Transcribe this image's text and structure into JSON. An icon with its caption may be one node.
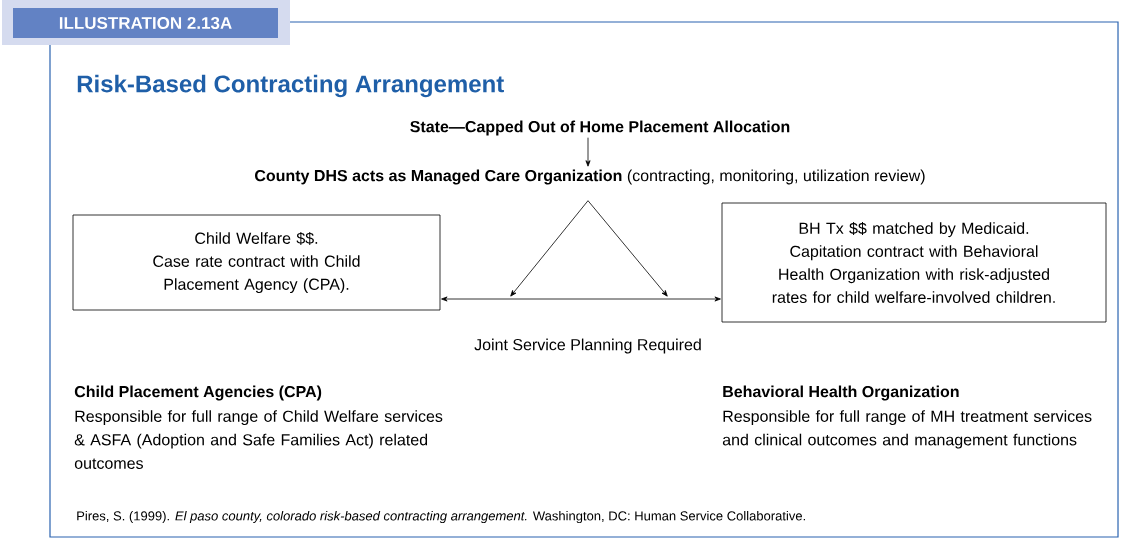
{
  "diagram": {
    "title": "Risk-Based Contracting Arrangement",
    "caption": "Pires, S. (1999). *El paso county, colorado risk-based contracting arrangement.* Washington, DC: Human Service Collaborative.",
    "nodes": [
      {
        "text": [
          "State—Capped Out of Home Placement Allocation"
        ]
      },
      {
        "text": [
          "**County DHS acts as Managed Care Organization** (contracting, monitoring, utilization review)"
        ]
      },
      {
        "text": [
          "Child Welfare $$.",
          "Case rate contract with Child Placement Agency (CPA)."
        ]
      },
      {
        "text": [
          "BH Tx $$ matched by Medicaid.",
          "Capitation contract with Behavioral Health Organization with risk-adjusted rates for child welfare-involved children."
        ]
      }
    ],
    "edges": [
      {
        "from": 0,
        "to": 1,
        "arrow": "to"
      },
      {
        "from": 1,
        "to": null,
        "arrow": "to"
      },
      {
        "from": 1,
        "to": null,
        "arrow": "to"
      },
      {
        "from": 2,
        "to": 3,
        "arrow": "both"
      }
    ],
    "labels": [
      "ILLUSTRATION 2.13A",
      "Joint Service Planning Required",
      "Child Placement Agencies (CPA)",
      "Responsible for full range of Child Welfare services & ASFA (Adoption and Safe Families Act) related outcomes",
      "Behavioral Health Organization",
      "Responsible for full range of MH treatment services and clinical outcomes and management functions"
    ]
  }
}
